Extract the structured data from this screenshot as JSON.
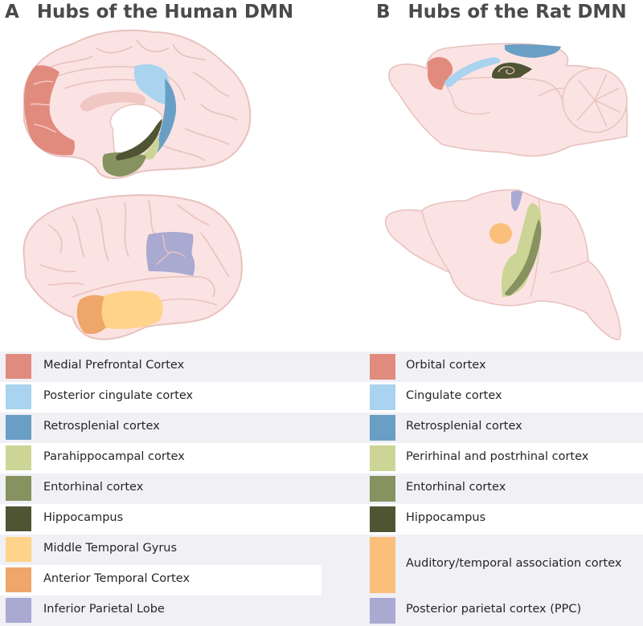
{
  "panel_a": {
    "letter": "A",
    "title": "Hubs of the Human DMN"
  },
  "panel_b": {
    "letter": "B",
    "title": "Hubs of the Rat DMN"
  },
  "colors": {
    "brain_fill": "#fbe3e3",
    "brain_stroke": "#e8c2bd",
    "medial_prefrontal": "#e18b7e",
    "posterior_cingulate": "#a9d3ee",
    "retrosplenial": "#6a9fc5",
    "parahippocampal": "#cdd596",
    "entorhinal": "#86925f",
    "hippocampus": "#4f5433",
    "middle_temporal": "#ffd389",
    "anterior_temporal": "#eea66a",
    "inferior_parietal": "#a9a9d2",
    "auditory_temporal": "#fbbf7c",
    "row_shade": "#f0f0f5"
  },
  "legend_human": [
    {
      "label": "Medial Prefrontal Cortex",
      "color": "#e18b7e"
    },
    {
      "label": "Posterior cingulate cortex",
      "color": "#a9d3ee"
    },
    {
      "label": "Retrosplenial cortex",
      "color": "#6a9fc5"
    },
    {
      "label": "Parahippocampal cortex",
      "color": "#cdd596"
    },
    {
      "label": "Entorhinal cortex",
      "color": "#86925f"
    },
    {
      "label": "Hippocampus",
      "color": "#4f5433"
    },
    {
      "label": "Middle Temporal Gyrus",
      "color": "#ffd389"
    },
    {
      "label": "Anterior Temporal Cortex",
      "color": "#eea66a"
    },
    {
      "label": "Inferior Parietal Lobe",
      "color": "#a9a9d2"
    }
  ],
  "legend_rat": [
    {
      "label": "Orbital cortex",
      "color": "#e18b7e"
    },
    {
      "label": "Cingulate cortex",
      "color": "#a9d3ee"
    },
    {
      "label": "Retrosplenial cortex",
      "color": "#6a9fc5"
    },
    {
      "label": "Perirhinal and postrhinal cortex",
      "color": "#cdd596"
    },
    {
      "label": "Entorhinal cortex",
      "color": "#86925f"
    },
    {
      "label": "Hippocampus",
      "color": "#4f5433"
    },
    {
      "label": "Auditory/temporal association cortex",
      "color": "#fbbf7c"
    },
    {
      "label": "Posterior parietal cortex (PPC)",
      "color": "#a9a9d2"
    }
  ]
}
